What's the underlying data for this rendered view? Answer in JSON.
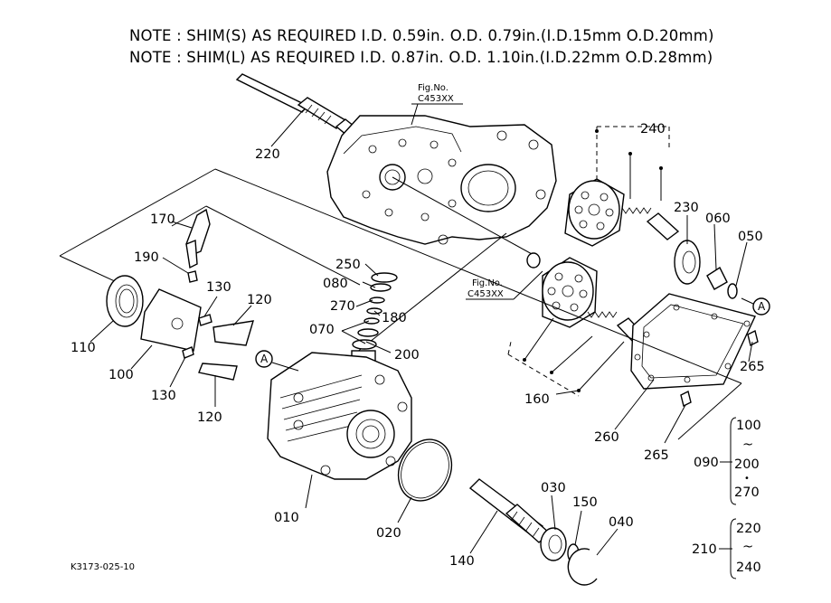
{
  "notes": [
    "NOTE : SHIM(S)  AS  REQUIRED  I.D.  0.59in.  O.D.  0.79in.(I.D.15mm  O.D.20mm)",
    "NOTE : SHIM(L)  AS  REQUIRED  I.D.  0.87in.  O.D.  1.10in.(I.D.22mm  O.D.28mm)"
  ],
  "fig_refs": [
    {
      "line1": "Fig.No.",
      "line2": "C453XX"
    },
    {
      "line1": "Fig.No.",
      "line2": "C453XX"
    }
  ],
  "callouts": {
    "p220": "220",
    "p240": "240",
    "p230": "230",
    "p060": "060",
    "p050": "050",
    "p170": "170",
    "p190": "190",
    "p130a": "130",
    "p120a": "120",
    "p110": "110",
    "p100": "100",
    "p130b": "130",
    "p120b": "120",
    "p250": "250",
    "p080": "080",
    "p270": "270",
    "p180": "180",
    "p070": "070",
    "p200": "200",
    "p160": "160",
    "p265a": "265",
    "p260": "260",
    "p265b": "265",
    "p010": "010",
    "p020": "020",
    "p140": "140",
    "p030": "030",
    "p150": "150",
    "p040": "040"
  },
  "ref_a": "A",
  "groups": {
    "g090": {
      "label": "090",
      "top": "100",
      "tilde": "~",
      "mid": "200",
      "dot": "•",
      "bottom": "270"
    },
    "g210": {
      "label": "210",
      "top": "220",
      "tilde": "~",
      "bottom": "240"
    }
  },
  "drawing_code": "K3173-025-10"
}
